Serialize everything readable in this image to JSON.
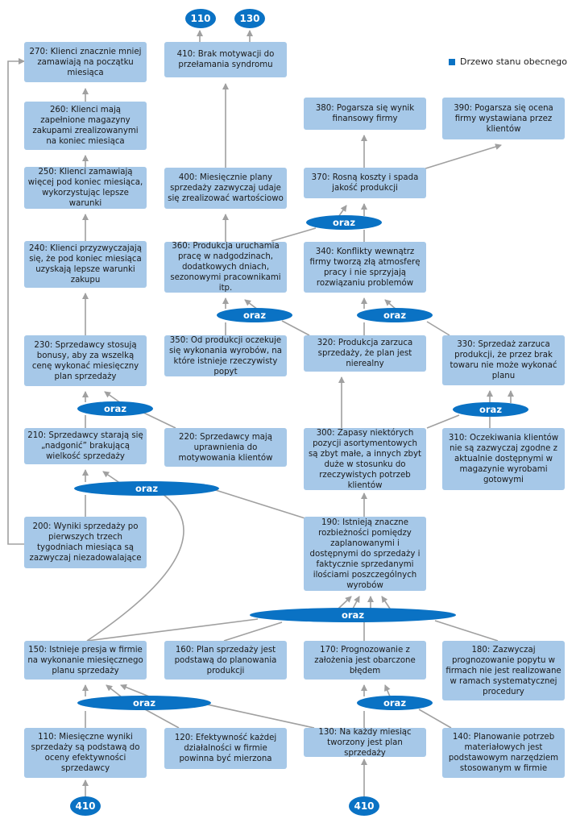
{
  "legend": {
    "label": "Drzewo stanu obecnego",
    "color": "#0a72c4"
  },
  "colors": {
    "node": "#a6c8e8",
    "oval": "#0a72c4",
    "arrow": "#a0a0a0"
  },
  "and_label": "oraz",
  "nodes": [
    {
      "id": "n270",
      "text": "270: Klienci znacznie mniej zamawiają na początku miesiąca"
    },
    {
      "id": "n410top",
      "text": "410: Brak motywacji do przełamania syndromu"
    },
    {
      "id": "n260",
      "text": "260: Klienci mają zapełnione magazyny zakupami zrealizowanymi na koniec miesiąca"
    },
    {
      "id": "n380",
      "text": "380: Pogarsza się wynik finansowy firmy"
    },
    {
      "id": "n390",
      "text": "390: Pogarsza się ocena firmy wystawiana przez klientów"
    },
    {
      "id": "n250",
      "text": "250: Klienci zamawiają więcej pod koniec miesiąca, wykorzystując lepsze warunki"
    },
    {
      "id": "n400",
      "text": "400: Miesięcznie plany sprzedaży zazwyczaj udaje się zrealizować wartościowo"
    },
    {
      "id": "n370",
      "text": "370: Rosną koszty i spada jakość produkcji"
    },
    {
      "id": "n240",
      "text": "240: Klienci przyzwyczajają się, że pod koniec miesiąca uzyskają lepsze warunki zakupu"
    },
    {
      "id": "n360",
      "text": "360: Produkcja uruchamia pracę w nadgodzinach, dodatkowych dniach, sezonowymi pracownikami itp."
    },
    {
      "id": "n340",
      "text": "340: Konflikty wewnątrz firmy tworzą złą atmosferę pracy i nie sprzyjają rozwiązaniu problemów"
    },
    {
      "id": "n230",
      "text": "230: Sprzedawcy stosują bonusy, aby za wszelką cenę wykonać miesięczny plan sprzedaży"
    },
    {
      "id": "n350",
      "text": "350: Od produkcji oczekuje się wykonania wyrobów, na które istnieje rzeczywisty popyt"
    },
    {
      "id": "n320",
      "text": "320: Produkcja zarzuca sprzedaży, że plan jest nierealny"
    },
    {
      "id": "n330",
      "text": "330: Sprzedaż zarzuca produkcji, że przez brak towaru nie może wykonać planu"
    },
    {
      "id": "n210",
      "text": "210: Sprzedawcy starają się „nadgonić” brakującą wielkość sprzedaży"
    },
    {
      "id": "n220",
      "text": "220: Sprzedawcy mają uprawnienia do motywowania klientów"
    },
    {
      "id": "n300",
      "text": "300: Zapasy niektórych pozycji asortymentowych są zbyt małe, a innych zbyt duże w stosunku do rzeczywistych potrzeb klientów"
    },
    {
      "id": "n310",
      "text": "310: Oczekiwania klientów nie są zazwyczaj zgodne z aktualnie dostępnymi w magazynie wyrobami gotowymi"
    },
    {
      "id": "n200",
      "text": "200: Wyniki sprzedaży po pierwszych trzech tygodniach miesiąca są zazwyczaj niezadowalające"
    },
    {
      "id": "n190",
      "text": "190: Istnieją znaczne rozbieżności pomiędzy zaplanowanymi i dostępnymi do sprzedaży i faktycznie sprzedanymi ilościami poszczególnych wyrobów"
    },
    {
      "id": "n150",
      "text": "150: Istnieje presja w firmie na wykonanie miesięcznego planu sprzedaży"
    },
    {
      "id": "n160",
      "text": "160: Plan sprzedaży jest podstawą do planowania produkcji"
    },
    {
      "id": "n170",
      "text": "170: Prognozowanie z założenia jest obarczone błędem"
    },
    {
      "id": "n180",
      "text": "180: Zazwyczaj prognozowanie popytu w firmach nie jest realizowane w ramach systematycznej procedury"
    },
    {
      "id": "n110",
      "text": "110: Miesięczne wyniki sprzedaży są podstawą do oceny efektywności sprzedawcy"
    },
    {
      "id": "n120",
      "text": "120: Efektywność każdej działalności w firmie powinna być mierzona"
    },
    {
      "id": "n130",
      "text": "130: Na każdy miesiąc tworzony jest plan sprzedaży"
    },
    {
      "id": "n140",
      "text": "140: Planowanie potrzeb materiałowych jest podstawowym narzędziem stosowanym w firmie"
    }
  ],
  "refs": [
    {
      "id": "r110",
      "text": "110"
    },
    {
      "id": "r130",
      "text": "130"
    },
    {
      "id": "r410a",
      "text": "410"
    },
    {
      "id": "r410b",
      "text": "410"
    }
  ]
}
